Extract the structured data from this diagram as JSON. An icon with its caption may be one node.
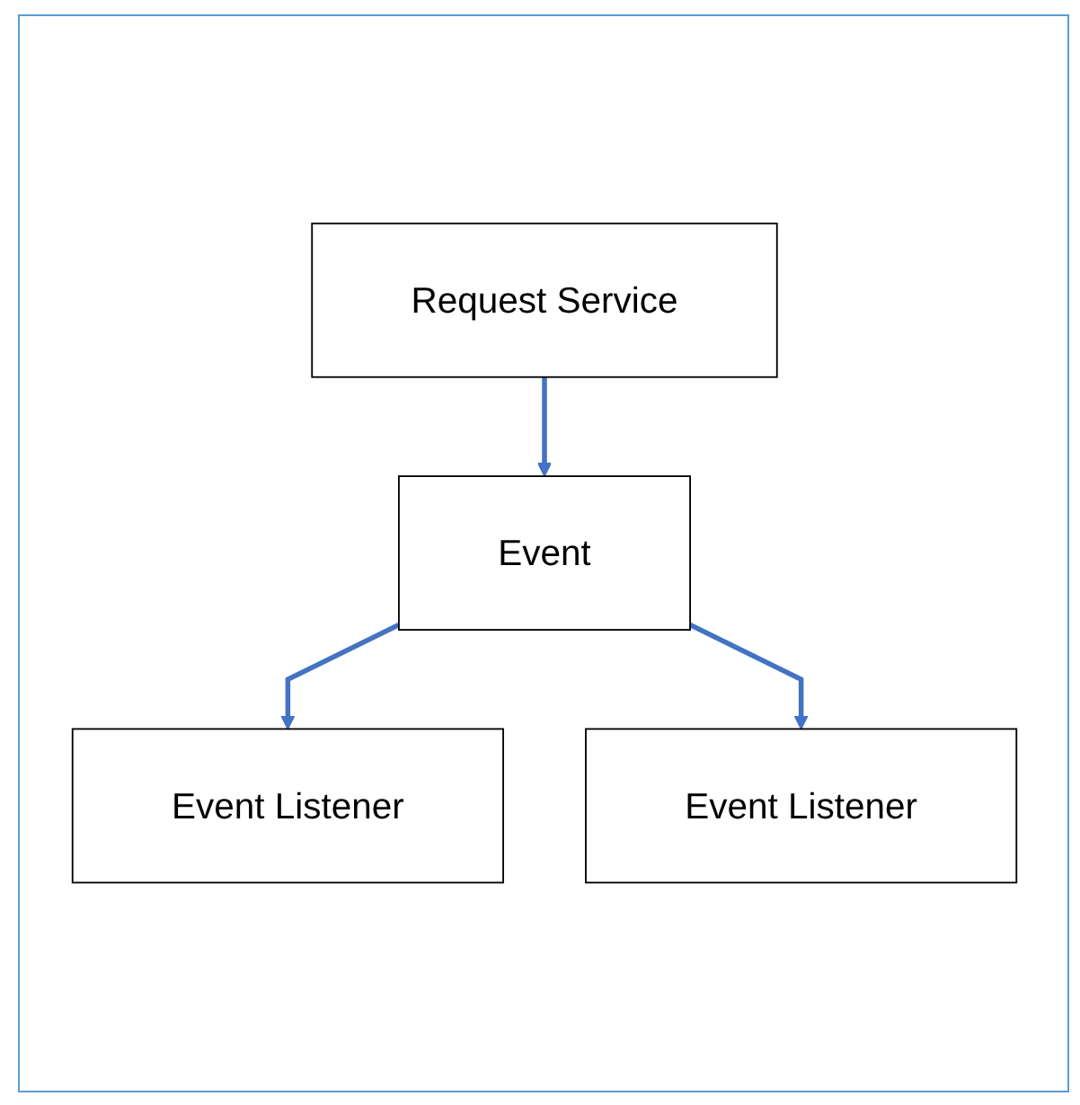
{
  "diagram": {
    "nodes": [
      {
        "text": [
          "Request Service"
        ]
      },
      {
        "text": [
          "Event"
        ]
      },
      {
        "text": [
          "Event Listener"
        ]
      },
      {
        "text": [
          "Event Listener"
        ]
      }
    ],
    "edges": [
      {
        "from": 0,
        "to": 1,
        "arrow": "to"
      },
      {
        "from": 1,
        "to": 2,
        "arrow": "to"
      },
      {
        "from": 1,
        "to": 3,
        "arrow": "to"
      }
    ]
  }
}
